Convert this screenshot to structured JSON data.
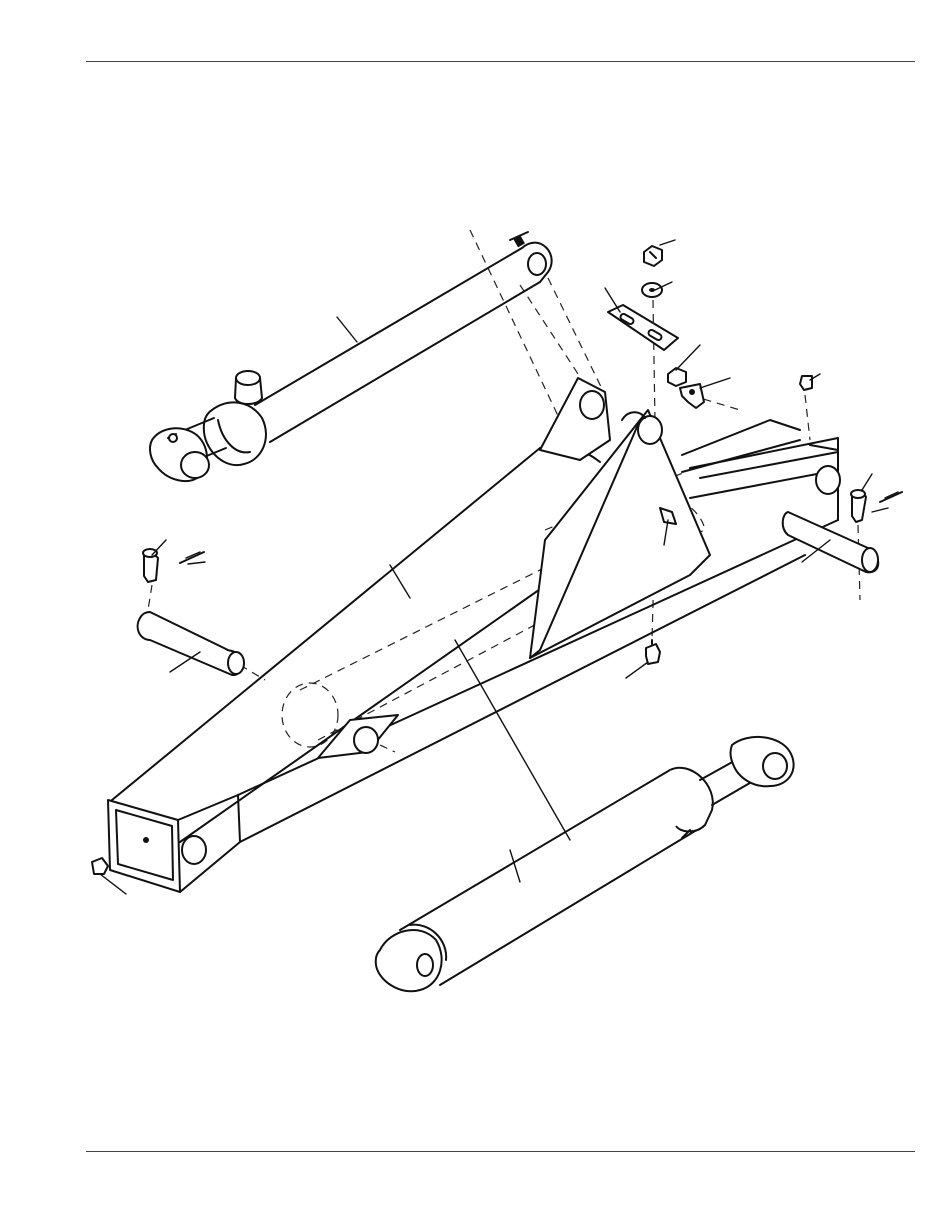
{
  "figure": {
    "description_visible_text": "",
    "parts": [
      {
        "id": "upper-hydraulic-cylinder"
      },
      {
        "id": "boom-arm"
      },
      {
        "id": "lower-hydraulic-cylinder"
      },
      {
        "id": "mounting-bracket"
      },
      {
        "id": "wear-pad"
      },
      {
        "id": "pivot-pin-left"
      },
      {
        "id": "pivot-pin-right"
      },
      {
        "id": "hex-nut"
      },
      {
        "id": "washer"
      },
      {
        "id": "slotted-plate"
      },
      {
        "id": "lock-nut"
      },
      {
        "id": "clamp"
      },
      {
        "id": "clevis-pin-left"
      },
      {
        "id": "cotter-pin-left"
      },
      {
        "id": "clevis-pin-right"
      },
      {
        "id": "cotter-pin-right"
      },
      {
        "id": "cap-screw"
      },
      {
        "id": "set-screw"
      },
      {
        "id": "grease-fitting-front"
      },
      {
        "id": "grease-fitting-top"
      }
    ]
  }
}
